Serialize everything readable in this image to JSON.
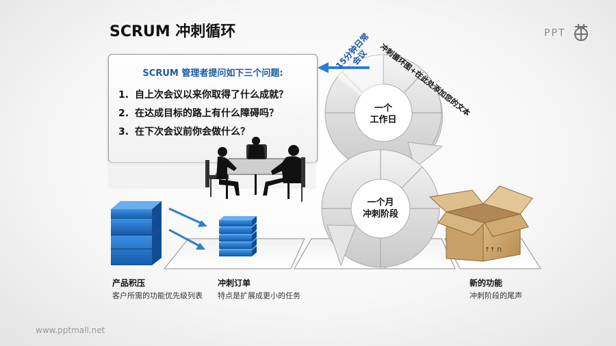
{
  "title": "SCRUM 冲刺循环",
  "logo": {
    "text": "PPT",
    "mark": "ppt-mall-logo-mark"
  },
  "footer": "www.pptmall.net",
  "question_box": {
    "heading": "SCRUM 管理者提问如下三个问题:",
    "items": [
      {
        "num": "1.",
        "text": "自上次会议以来你取得了什么成就？"
      },
      {
        "num": "2.",
        "text": "在达成目标的路上有什么障碍吗？"
      },
      {
        "num": "3.",
        "text": "在下次会议前你会做什么？"
      }
    ]
  },
  "cycle": {
    "daily_meeting_line1": "15分钟日常",
    "daily_meeting_line2": "会议",
    "top_center_line1": "一个",
    "top_center_line2": "工作日",
    "bottom_center_line1": "一个月",
    "bottom_center_line2": "冲刺阶段",
    "curved_label": "冲刺循环图+在此处添加您的文本"
  },
  "captions": {
    "backlog": {
      "title": "产品积压",
      "sub": "客户所需的功能优先级列表"
    },
    "sprint_order": {
      "title": "冲刺订单",
      "sub": "特点是扩展成更小的任务"
    },
    "new_feature": {
      "title": "新的功能",
      "sub": "冲刺阶段的尾声"
    }
  },
  "box_marks": "↑↑ ⊓",
  "colors": {
    "accent_blue": "#1a5aa6",
    "block_blue": "#1f6fc4",
    "arrow_blue": "#2c7fd0",
    "cycle_gray": "#d9d9d9",
    "box_brown": "#c9a46b"
  }
}
